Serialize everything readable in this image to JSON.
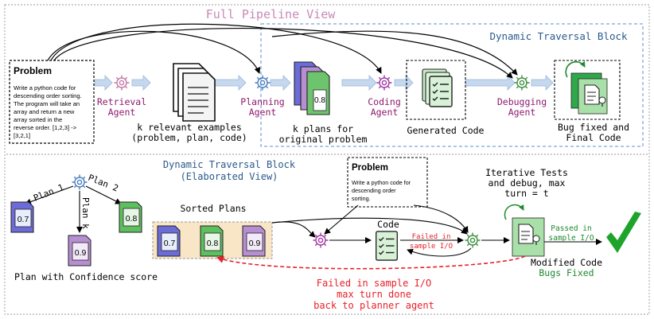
{
  "top": {
    "title": "Full Pipeline View",
    "block_title": "Dynamic Traversal Block",
    "problem": {
      "heading": "Problem",
      "lines": [
        "Write a python code for",
        "descending order sorting.",
        "The program will take an",
        "array and return a new",
        "array sorted in the",
        "reverse order. [1,2,3] ->",
        "[3,2,1]"
      ]
    },
    "agents": {
      "retrieval": [
        "Retrieval",
        "Agent"
      ],
      "planning": [
        "Planning",
        "Agent"
      ],
      "coding": [
        "Coding",
        "Agent"
      ],
      "debugging": [
        "Debugging",
        "Agent"
      ]
    },
    "captions": {
      "examples": [
        "k relevant examples",
        "(problem, plan, code)"
      ],
      "plans": [
        "k plans for",
        "original problem"
      ],
      "code": "Generated Code",
      "final": [
        "Bug fixed and",
        "Final Code"
      ]
    },
    "plan_score": "0.8"
  },
  "bottom": {
    "title": [
      "Dynamic Traversal Block",
      "(Elaborated View)"
    ],
    "plans": {
      "plan1": "Plan 1",
      "plan2": "Plan 2",
      "plank": "Plan k",
      "score1": "0.7",
      "score2": "0.8",
      "scorek": "0.9",
      "caption": "Plan with Confidence score"
    },
    "sorted_label": "Sorted Plans",
    "sorted_scores": [
      "0.7",
      "0.8",
      "0.9"
    ],
    "problem": {
      "heading": "Problem",
      "lines": [
        "Write a python code for",
        "descending order",
        "sorting."
      ]
    },
    "code_label": "Code",
    "failed_small": [
      "Failed in",
      "sample I/O"
    ],
    "iterative": [
      "Iterative Tests",
      "and debug, max",
      "turn = t"
    ],
    "passed": [
      "Passed in",
      "sample I/O"
    ],
    "modified": [
      "Modified Code",
      "Bugs Fixed"
    ],
    "failed_back": [
      "Failed in sample I/O",
      "max turn done",
      "back to planner agent"
    ]
  },
  "colors": {
    "agent_text": "#8e1a6e",
    "title_pink": "#c78ab9",
    "block_blue": "#2a5a8c",
    "fail_red": "#e8212a",
    "pass_green": "#1d8a2e",
    "arrow_fill": "#c5d8ee"
  }
}
